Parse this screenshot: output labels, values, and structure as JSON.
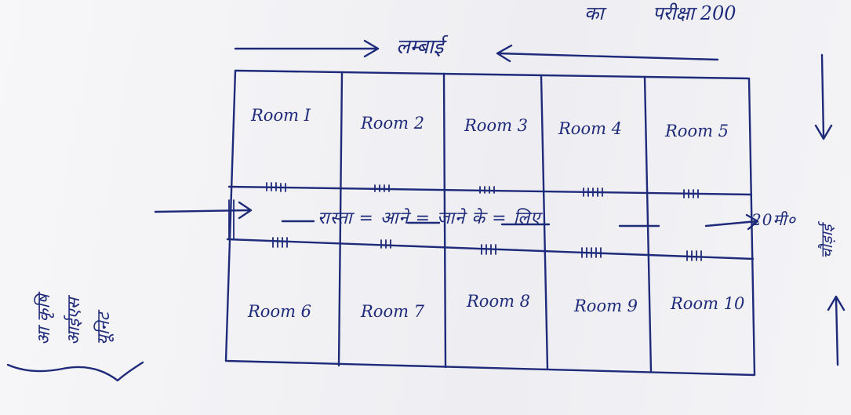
{
  "diagram": {
    "title": "लम्बाई",
    "path_label": "रास्ता = आने = जाने के = लिए",
    "path_width": "20मी०",
    "side_label": "चौड़ाई",
    "left_note_lines": [
      "आ कृषि",
      "आईएस",
      "यूनिट"
    ],
    "top_fragments": [
      "का",
      "परीक्षा 200"
    ],
    "rooms_top": [
      "Room I",
      "Room 2",
      "Room 3",
      "Room 4",
      "Room 5"
    ],
    "rooms_bottom": [
      "Room 6",
      "Room 7",
      "Room 8",
      "Room 9",
      "Room 10"
    ]
  }
}
